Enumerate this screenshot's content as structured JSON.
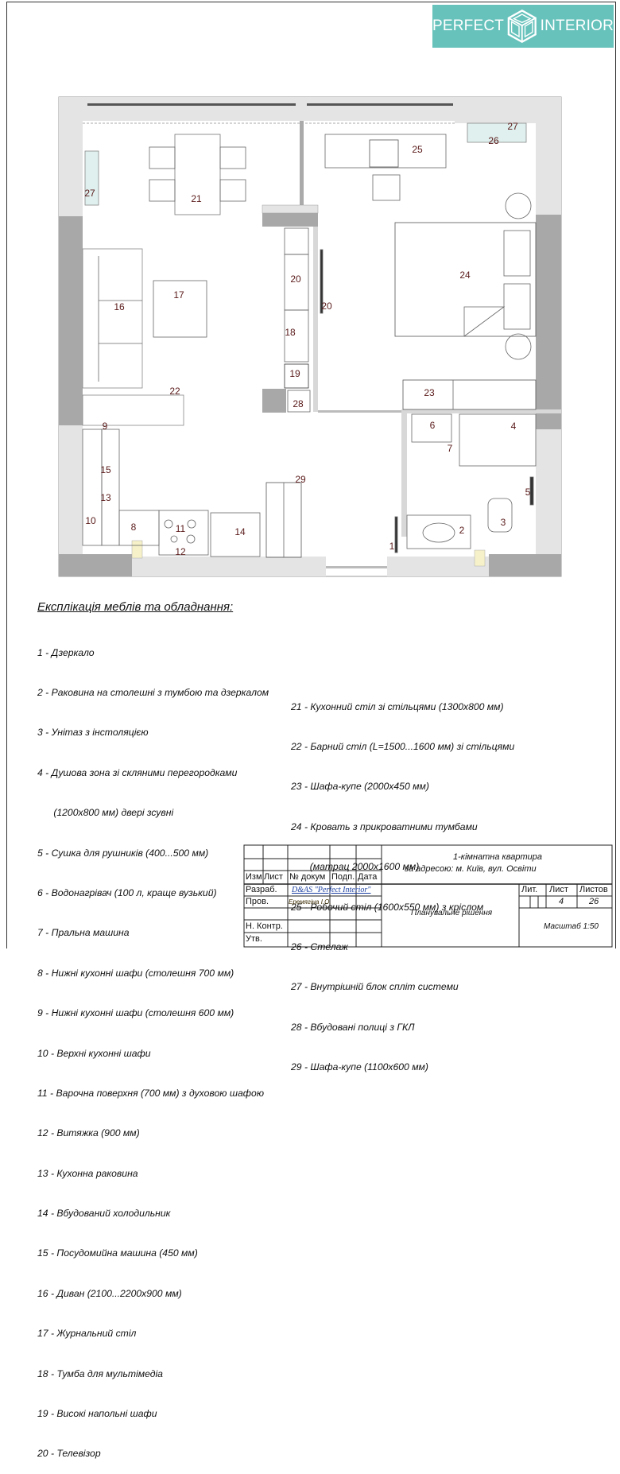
{
  "logo": {
    "left": "PERFECT",
    "right": "INTERIOR"
  },
  "plan_labels": {
    "l1": "1",
    "l2": "2",
    "l3": "3",
    "l4": "4",
    "l5": "5",
    "l6": "6",
    "l7": "7",
    "l8": "8",
    "l9": "9",
    "l10": "10",
    "l11": "11",
    "l12": "12",
    "l13": "13",
    "l14": "14",
    "l15": "15",
    "l16": "16",
    "l17": "17",
    "l18": "18",
    "l19": "19",
    "l20a": "20",
    "l20b": "20",
    "l21": "21",
    "l22": "22",
    "l23": "23",
    "l24": "24",
    "l25": "25",
    "l26": "26",
    "l27a": "27",
    "l27b": "27",
    "l28": "28",
    "l29": "29"
  },
  "legend": {
    "title": "Експлікація меблів та обладнання:",
    "col1": [
      "1 - Дзеркало",
      "2 - Раковина на столешні з тумбою та дзеркалом",
      "3 - Унітаз з інстоляцією",
      "4 - Душова зона зі скляними перегородками",
      "      (1200х800 мм) двері зсувні",
      "5 - Сушка для рушників (400...500 мм)",
      "6 - Водонагрівач (100 л, краще вузький)",
      "7 - Пральна машина",
      "8 - Нижні кухонні шафи (столешня 700 мм)",
      "9 - Нижні кухонні шафи (столешня 600 мм)",
      "10 - Верхні кухонні шафи",
      "11 - Варочна поверхня (700 мм) з духовою шафою",
      "12 - Витяжка (900 мм)",
      "13 - Кухонна раковина",
      "14 - Вбудований холодильник",
      "15 - Посудомийна машина (450 мм)",
      "16 - Диван (2100...2200х900 мм)",
      "17 - Журнальний стіл",
      "18 - Тумба для мультімедіа",
      "19 - Високі напольні шафи",
      "20 - Телевізор"
    ],
    "col2": [
      "21 - Кухонний стіл зі стільцями (1300х800 мм)",
      "22 - Барний стіл (L=1500...1600 мм) зі стільцями",
      "23 - Шафа-купе (2000х450 мм)",
      "24 - Кровать з прикроватними тумбами",
      "       (матрац 2000х1600 мм)",
      "25 - Робочий стіл (1600х550 мм) з кріслом",
      "26 - Стелаж",
      "27 - Внутрішній блок спліт системи",
      "28 - Вбудовані полиці з ГКЛ",
      "29 - Шафа-купе (1100х600 мм)"
    ]
  },
  "title_block": {
    "h_izm": "Изм",
    "h_list": "Лист",
    "h_doc": "№ докум",
    "h_podp": "Подп.",
    "h_date": "Дата",
    "razrab": "Разраб.",
    "razrab_name": "D&AS \"Perfect Interior\"",
    "prov": "Пров.",
    "prov_name": "Еремягіна І.О.",
    "nkontr": "Н. Контр.",
    "utv": "Утв.",
    "project_line1": "1-кімнатна квартира",
    "project_line2": "за адресою: м. Київ, вул. Освіти",
    "sheet_title": "Планувальне рішення",
    "h_lit": "Лит.",
    "h_sheet": "Лист",
    "h_sheets": "Листов",
    "sheet": "4",
    "sheets": "26",
    "scale": "Масштаб 1:50"
  }
}
